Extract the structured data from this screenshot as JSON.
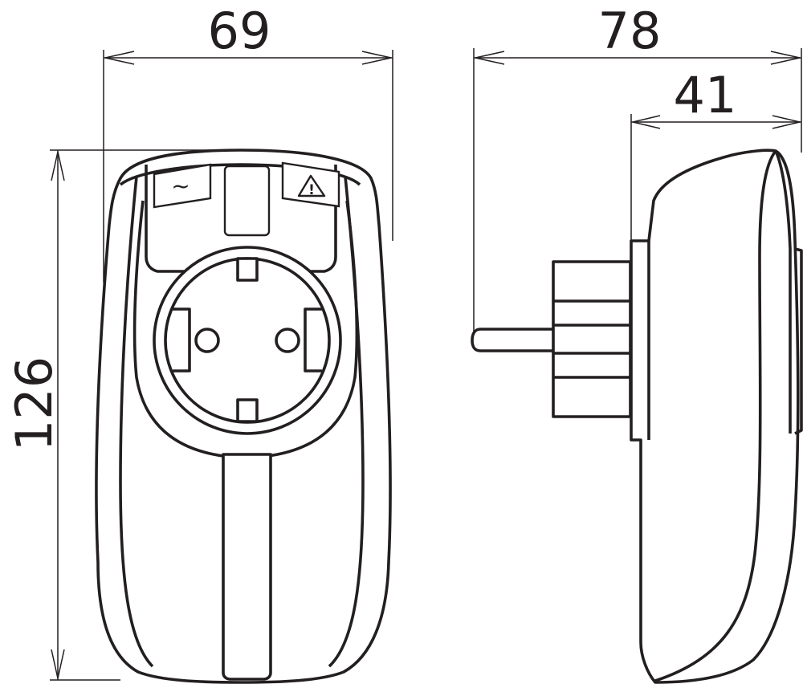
{
  "dimensions": {
    "width": "69",
    "height": "126",
    "depth_total": "78",
    "depth_body": "41"
  },
  "indicators": {
    "power_symbol": "~",
    "warning_symbol": "!"
  },
  "colors": {
    "line": "#231f20",
    "background": "#ffffff"
  }
}
